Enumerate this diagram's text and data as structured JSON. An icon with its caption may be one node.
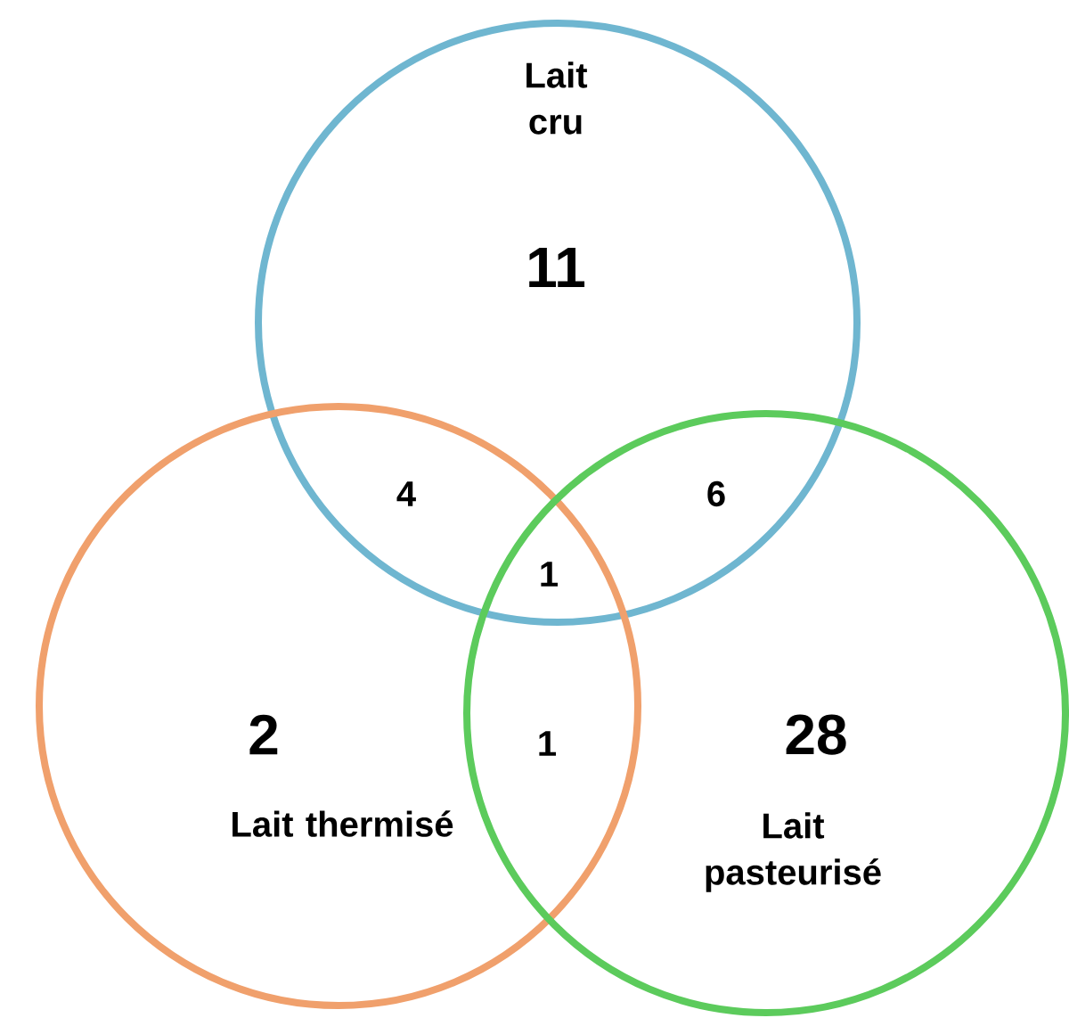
{
  "diagram": {
    "nodes": [
      {
        "text": [
          "Lait cru"
        ]
      },
      {
        "text": [
          "Lait thermisé"
        ]
      },
      {
        "text": [
          "Lait pasteurisé"
        ]
      }
    ],
    "labels": [
      "11",
      "4",
      "6",
      "1",
      "2",
      "1",
      "28"
    ]
  }
}
